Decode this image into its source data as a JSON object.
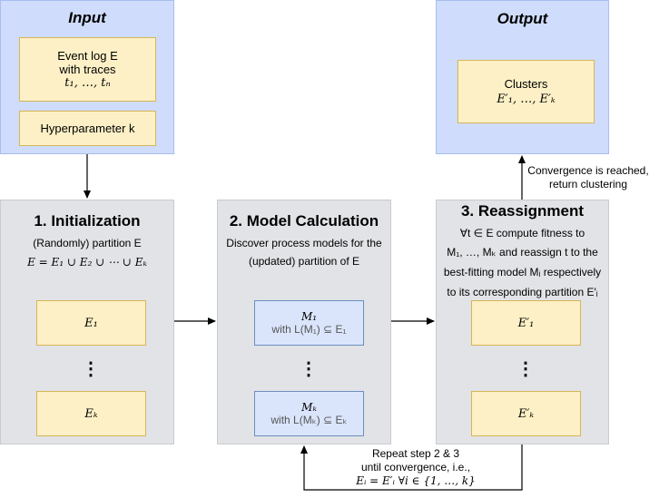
{
  "input": {
    "title": "Input",
    "event_log": {
      "line1": "Event log E",
      "line2": "with traces",
      "line3": "t₁, …, tₙ"
    },
    "hyperparameter": "Hyperparameter k"
  },
  "output": {
    "title": "Output",
    "clusters": {
      "line1": "Clusters",
      "line2": "E′₁, …, E′ₖ"
    }
  },
  "step1": {
    "title": "1. Initialization",
    "line1": "(Randomly) partition E",
    "line2": "E = E₁ ∪ E₂ ∪ ⋯ ∪ Eₖ",
    "box_top": "E₁",
    "box_bottom": "Eₖ",
    "dots": "⋮"
  },
  "step2": {
    "title": "2. Model Calculation",
    "line1": "Discover process models for the",
    "line2": "(updated) partition of E",
    "model_top": {
      "name": "M₁",
      "desc": "with L(M₁) ⊆ E₁"
    },
    "model_bottom": {
      "name": "Mₖ",
      "desc": "with L(Mₖ) ⊆ Eₖ"
    },
    "dots": "⋮"
  },
  "step3": {
    "title": "3. Reassignment",
    "line1": "∀t ∈ E compute fitness to",
    "line2": "M₁, …, Mₖ and reassign t to the",
    "line3": "best-fitting model Mᵢ respectively",
    "line4": "to its corresponding partition E′ᵢ",
    "box_top": "E′₁",
    "box_bottom": "E′ₖ",
    "dots": "⋮"
  },
  "labels": {
    "convergence_line1": "Convergence is reached,",
    "convergence_line2": "return clustering",
    "repeat_line1": "Repeat step 2 & 3",
    "repeat_line2": "until convergence, i.e.,",
    "repeat_line3": "Eᵢ = E′ᵢ   ∀i ∈ {1, …, k}"
  }
}
